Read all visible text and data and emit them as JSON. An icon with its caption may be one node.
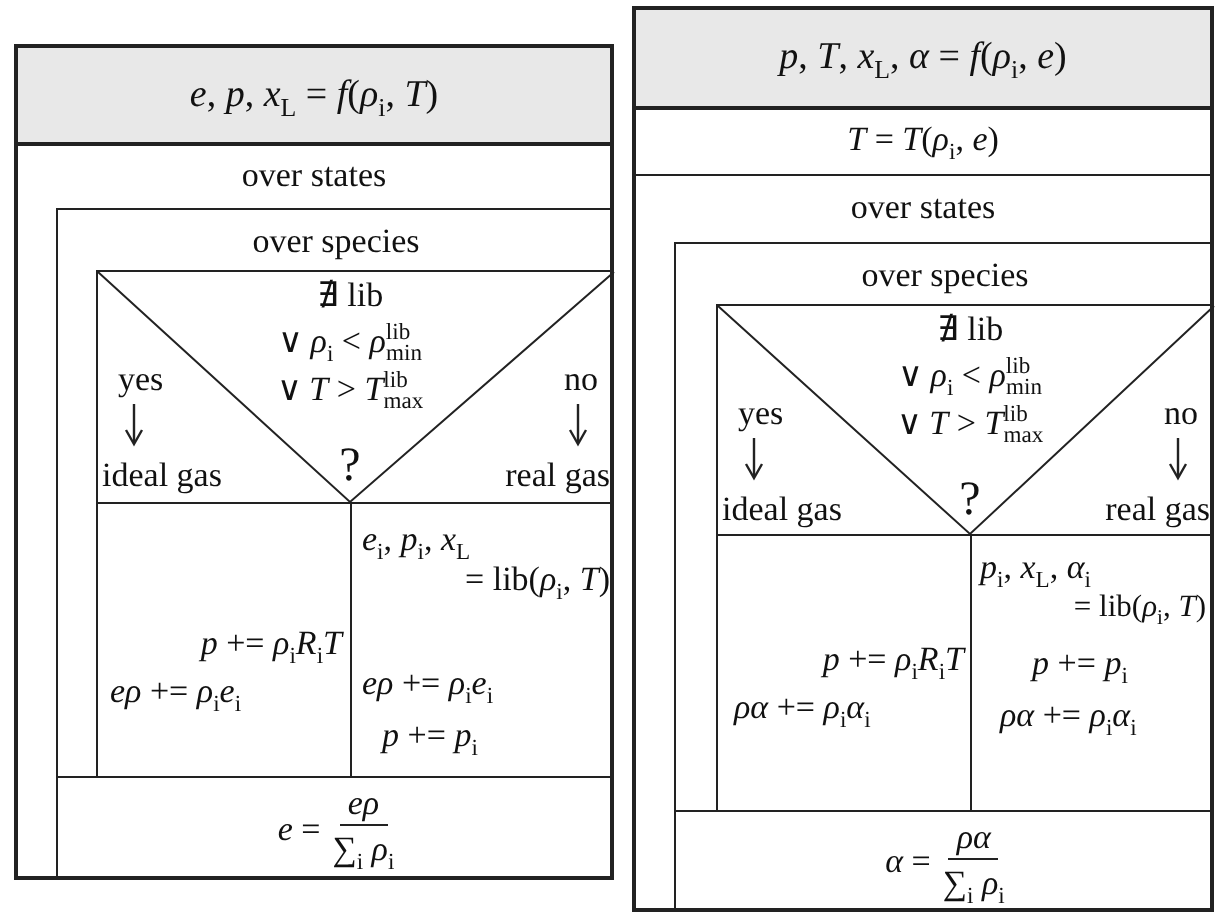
{
  "diagram": {
    "nodes": [
      {
        "text": [
          "*e*, *p*, *x*$_{L}$ = *f*(*ρ*$_{i}$, *T*)"
        ]
      },
      {
        "text": [
          "over states"
        ],
        "in": 0
      },
      {
        "text": [
          "over species"
        ],
        "in": 1
      },
      {
        "text": [
          "∄ lib",
          "∨ *ρ*$_{i}$ < *ρ*$^{lib}$$_{min}$",
          "∨ *T* > *T*$^{lib}$$_{max}$",
          "?",
          "yes",
          "ideal gas",
          "no",
          "real gas"
        ],
        "in": 2
      },
      {
        "text": [
          "*p* += *ρ*$_{i}$*R*$_{i}$*T*",
          "*eρ* += *ρ*$_{i}$*e*$_{i}$"
        ],
        "in": 2
      },
      {
        "text": [
          "*e*$_{i}$, *p*$_{i}$, *x*$_{L}$",
          "= lib(*ρ*$_{i}$, *T*)",
          "*eρ* += *ρ*$_{i}$*e*$_{i}$",
          "*p* += *p*$_{i}$"
        ],
        "in": 2
      },
      {
        "text": [
          "*e* =",
          "*eρ*",
          "∑$_{i}$ *ρ*$_{i}$"
        ],
        "in": 1
      },
      {
        "text": [
          "*p*, *T*, *x*$_{L}$, *α* = *f*(*ρ*$_{i}$, *e*)"
        ]
      },
      {
        "text": [
          "*T* = *T*(*ρ*$_{i}$, *e*)"
        ],
        "in": 7
      },
      {
        "text": [
          "over states"
        ],
        "in": 7
      },
      {
        "text": [
          "over species"
        ],
        "in": 9
      },
      {
        "text": [
          "∄ lib",
          "∨ *ρ*$_{i}$ < *ρ*$^{lib}$$_{min}$",
          "∨ *T* > *T*$^{lib}$$_{max}$",
          "?",
          "yes",
          "ideal gas",
          "no",
          "real gas"
        ],
        "in": 10
      },
      {
        "text": [
          "*p* += *ρ*$_{i}$*R*$_{i}$*T*",
          "*ρα* += *ρ*$_{i}$*α*$_{i}$"
        ],
        "in": 10
      },
      {
        "text": [
          "*p*$_{i}$, *x*$_{L}$, *α*$_{i}$",
          "= lib(*ρ*$_{i}$, *T*)",
          "*p* += *p*$_{i}$",
          "*ρα* += *ρ*$_{i}$*α*$_{i}$"
        ],
        "in": 10
      },
      {
        "text": [
          "*α* =",
          "*ρα*",
          "∑$_{i}$ *ρ*$_{i}$"
        ],
        "in": 9
      }
    ]
  }
}
